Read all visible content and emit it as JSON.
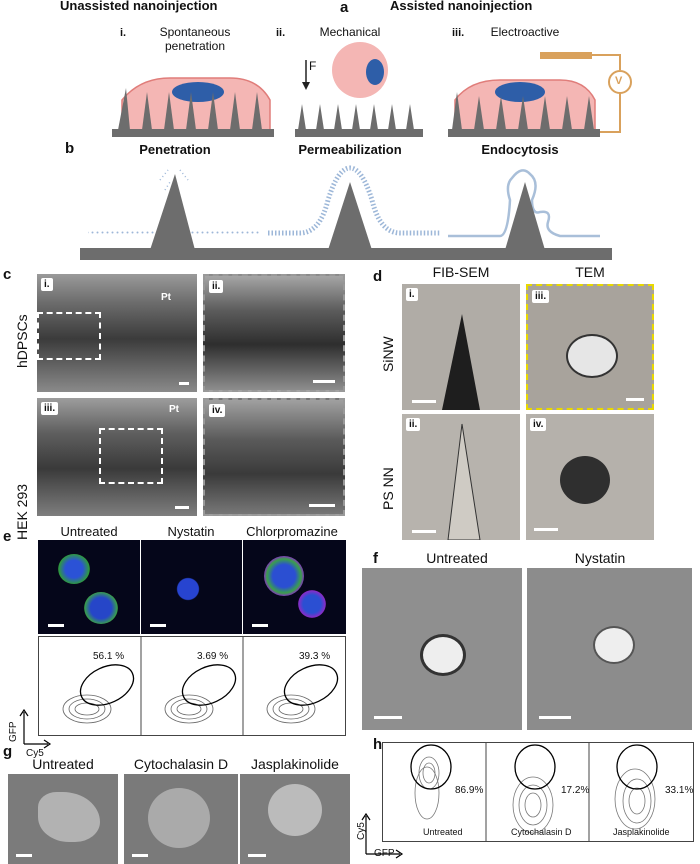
{
  "panel_a": {
    "label": "a",
    "left_header": "Unassisted nanoinjection",
    "right_header": "Assisted nanoinjection",
    "items": [
      {
        "num": "i.",
        "text": "Spontaneous penetration"
      },
      {
        "num": "ii.",
        "text": "Mechanical"
      },
      {
        "num": "iii.",
        "text": "Electroactive"
      }
    ],
    "force_label": "F",
    "voltage_label": "V"
  },
  "panel_b": {
    "label": "b",
    "titles": [
      "Penetration",
      "Permeabilization",
      "Endocytosis"
    ]
  },
  "panel_c": {
    "label": "c",
    "row_labels": [
      "hDPSCs",
      "HEK 293"
    ],
    "tiles": [
      "i.",
      "ii.",
      "iii.",
      "iv."
    ],
    "pt_label": "Pt"
  },
  "panel_d": {
    "label": "d",
    "col_titles": [
      "FIB-SEM",
      "TEM"
    ],
    "row_labels": [
      "SiNW",
      "PS NN"
    ],
    "tiles": [
      "i.",
      "iii.",
      "ii.",
      "iv."
    ]
  },
  "panel_e": {
    "label": "e",
    "columns": [
      "Untreated",
      "Nystatin",
      "Chlorpromazine"
    ],
    "percentages": [
      "56.1 %",
      "3.69 %",
      "39.3 %"
    ],
    "y_axis": "GFP",
    "x_axis": "Cy5"
  },
  "panel_f": {
    "label": "f",
    "columns": [
      "Untreated",
      "Nystatin"
    ]
  },
  "panel_g": {
    "label": "g",
    "columns": [
      "Untreated",
      "Cytochalasin D",
      "Jasplakinolide"
    ]
  },
  "panel_h": {
    "label": "h",
    "conditions": [
      "Untreated",
      "Cytochalasin D",
      "Jasplakinolide"
    ],
    "percentages": [
      "86.9%",
      "17.2%",
      "33.1%"
    ],
    "y_axis": "Cy5",
    "x_axis": "GFP"
  },
  "colors": {
    "cell_fill": "#f4b6b4",
    "cell_stroke": "#e07d7a",
    "nucleus": "#2e5ea8",
    "substrate": "#6d6d6d",
    "electrode": "#d9a15c",
    "membrane_dots": "#9db7d8",
    "endo_membrane": "#a9bfd9"
  }
}
